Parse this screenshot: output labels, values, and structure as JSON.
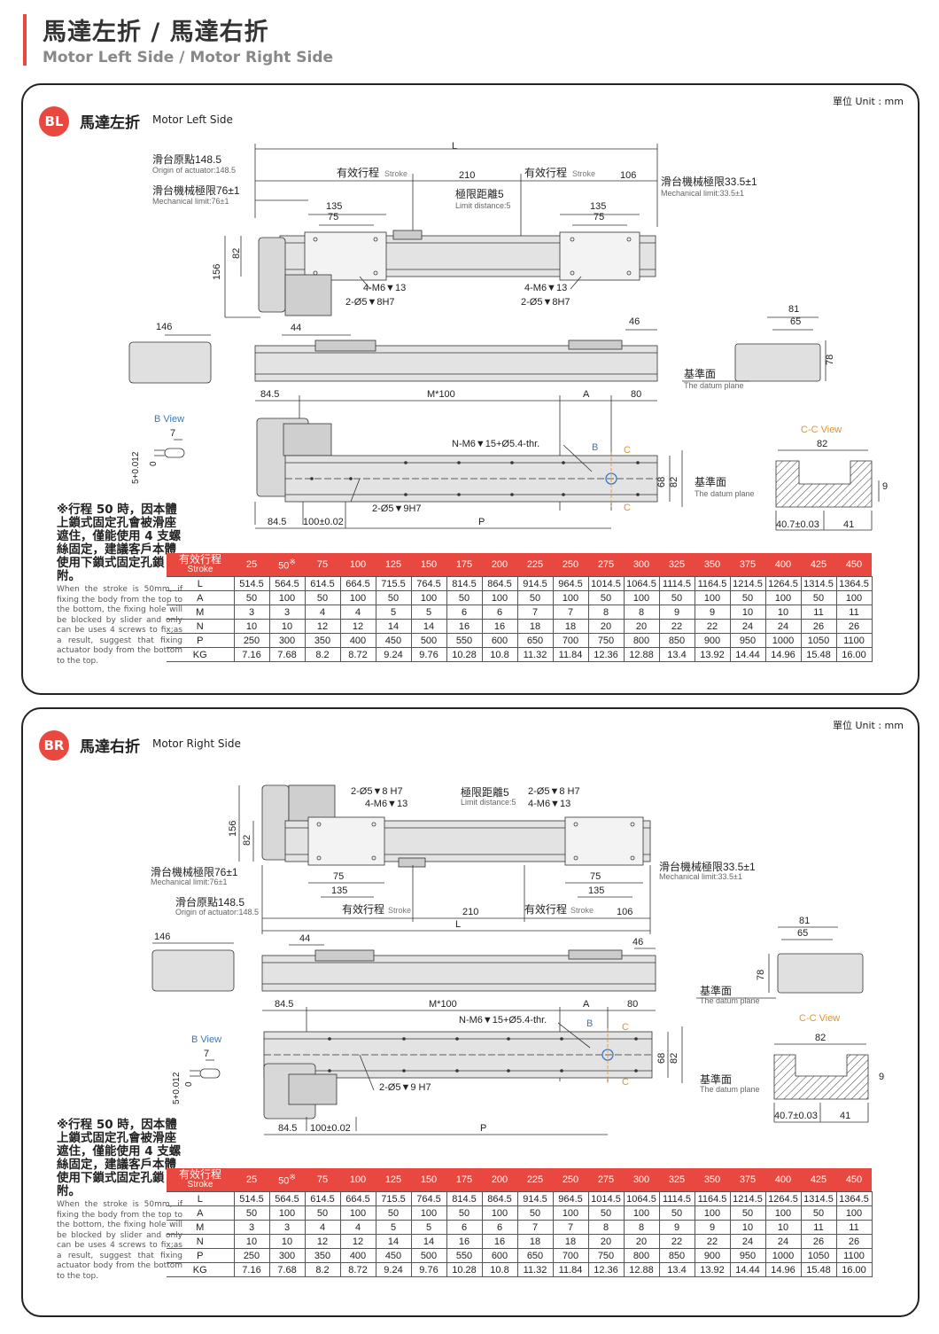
{
  "header": {
    "title_zh": "馬達左折 / 馬達右折",
    "title_en": "Motor Left Side / Motor Right Side"
  },
  "colors": {
    "accent": "#e8483f",
    "line": "#222222",
    "light_body": "#d9d9d9",
    "dim_orange": "#e8912a",
    "view_blue": "#3a78c2"
  },
  "unit_label": "單位 Unit : mm",
  "left": {
    "badge": "BL",
    "title_zh": "馬達左折",
    "title_en": "Motor Left Side",
    "labels": {
      "origin_zh": "滑台原點148.5",
      "origin_en": "Origin of actuator:148.5",
      "mech_left_zh": "滑台機械極限76±1",
      "mech_left_en": "Mechanical limit:76±1",
      "mech_right_zh": "滑台機械極限33.5±1",
      "mech_right_en": "Mechanical limit:33.5±1",
      "stroke_zh": "有效行程",
      "stroke_en": "Stroke",
      "limit_zh": "極限距離5",
      "limit_en": "Limit distance:5",
      "dim_210": "210",
      "dim_106": "106",
      "dim_L": "L",
      "dim_135": "135",
      "dim_75": "75",
      "dim_156": "156",
      "dim_82": "82",
      "dim_146": "146",
      "dim_44": "44",
      "dim_46": "46",
      "dim_81": "81",
      "dim_65": "65",
      "dim_78": "78",
      "tap1": "4-M6▼13",
      "pin1": "2-Ø5▼8H7",
      "datum_zh": "基準面",
      "datum_en": "The datum plane",
      "dim_845": "84.5",
      "dim_M100": "M*100",
      "dim_A": "A",
      "dim_80": "80",
      "bview": "B View",
      "dim_7": "7",
      "dim_5tol": "5+0.012",
      "dim_0": "0",
      "nm6": "N-M6▼15+Ø5.4-thr.",
      "B": "B",
      "C": "C",
      "dim_68": "68",
      "pin2": "2-Ø5▼9H7",
      "dim_100tol": "100±0.02",
      "dim_P": "P",
      "ccview": "C-C View",
      "dim_82b": "82",
      "dim_9": "9",
      "dim_407": "40.7±0.03",
      "dim_41": "41"
    },
    "note_zh": "※行程 50 時，因本體上鎖式固定孔會被滑座遮住，僅能使用 4 支螺絲固定，建議客戶本體使用下鎖式固定孔鎖附。",
    "note_en": "When the stroke is 50mm, if fixing the body from the top to the bottom, the fixing hole will be blocked by slider and only can be uses 4 screws to fix;as a result, suggest that fixing actuator body from the bottom to the top."
  },
  "right": {
    "badge": "BR",
    "title_zh": "馬達右折",
    "title_en": "Motor Right Side",
    "labels": {
      "origin_zh": "滑台原點148.5",
      "origin_en": "Origin of actuator:148.5",
      "mech_left_zh": "滑台機械極限76±1",
      "mech_left_en": "Mechanical limit:76±1",
      "mech_right_zh": "滑台機械極限33.5±1",
      "mech_right_en": "Mechanical limit:33.5±1",
      "stroke_zh": "有效行程",
      "stroke_en": "Stroke",
      "limit_zh": "極限距離5",
      "limit_en": "Limit distance:5",
      "dim_210": "210",
      "dim_106": "106",
      "dim_L": "L",
      "dim_135": "135",
      "dim_75": "75",
      "dim_156": "156",
      "dim_82": "82",
      "dim_146": "146",
      "dim_44": "44",
      "dim_46": "46",
      "dim_81": "81",
      "dim_65": "65",
      "dim_78": "78",
      "tap1": "4-M6▼13",
      "pin1": "2-Ø5▼8 H7",
      "datum_zh": "基準面",
      "datum_en": "The datum plane",
      "dim_845": "84.5",
      "dim_M100": "M*100",
      "dim_A": "A",
      "dim_80": "80",
      "bview": "B View",
      "dim_7": "7",
      "dim_5tol": "5+0.012",
      "dim_0": "0",
      "nm6": "N-M6▼15+Ø5.4-thr.",
      "B": "B",
      "C": "C",
      "dim_68": "68",
      "pin2": "2-Ø5▼9 H7",
      "dim_100tol": "100±0.02",
      "dim_P": "P",
      "ccview": "C-C View",
      "dim_82b": "82",
      "dim_9": "9",
      "dim_407": "40.7±0.03",
      "dim_41": "41"
    },
    "note_zh": "※行程 50 時，因本體上鎖式固定孔會被滑座遮住，僅能使用 4 支螺絲固定，建議客戶本體使用下鎖式固定孔鎖附。",
    "note_en": "When the stroke is 50mm, if fixing the body from the top to the bottom, the fixing hole will be blocked by slider and only can be uses 4 screws to fix;as a result, suggest that fixing actuator body from the bottom to the top."
  },
  "table": {
    "header_zh": "有效行程",
    "header_en": "Stroke",
    "strokes": [
      "25",
      "50",
      "75",
      "100",
      "125",
      "150",
      "175",
      "200",
      "225",
      "250",
      "275",
      "300",
      "325",
      "350",
      "375",
      "400",
      "425",
      "450"
    ],
    "stroke_mark_index": 1,
    "stroke_mark": "※",
    "rows": [
      {
        "label": "L",
        "values": [
          "514.5",
          "564.5",
          "614.5",
          "664.5",
          "715.5",
          "764.5",
          "814.5",
          "864.5",
          "914.5",
          "964.5",
          "1014.5",
          "1064.5",
          "1114.5",
          "1164.5",
          "1214.5",
          "1264.5",
          "1314.5",
          "1364.5"
        ]
      },
      {
        "label": "A",
        "values": [
          "50",
          "100",
          "50",
          "100",
          "50",
          "100",
          "50",
          "100",
          "50",
          "100",
          "50",
          "100",
          "50",
          "100",
          "50",
          "100",
          "50",
          "100"
        ]
      },
      {
        "label": "M",
        "values": [
          "3",
          "3",
          "4",
          "4",
          "5",
          "5",
          "6",
          "6",
          "7",
          "7",
          "8",
          "8",
          "9",
          "9",
          "10",
          "10",
          "11",
          "11"
        ]
      },
      {
        "label": "N",
        "values": [
          "10",
          "10",
          "12",
          "12",
          "14",
          "14",
          "16",
          "16",
          "18",
          "18",
          "20",
          "20",
          "22",
          "22",
          "24",
          "24",
          "26",
          "26"
        ]
      },
      {
        "label": "P",
        "values": [
          "250",
          "300",
          "350",
          "400",
          "450",
          "500",
          "550",
          "600",
          "650",
          "700",
          "750",
          "800",
          "850",
          "900",
          "950",
          "1000",
          "1050",
          "1100"
        ]
      },
      {
        "label": "KG",
        "values": [
          "7.16",
          "7.68",
          "8.2",
          "8.72",
          "9.24",
          "9.76",
          "10.28",
          "10.8",
          "11.32",
          "11.84",
          "12.36",
          "12.88",
          "13.4",
          "13.92",
          "14.44",
          "14.96",
          "15.48",
          "16.00"
        ]
      }
    ]
  }
}
